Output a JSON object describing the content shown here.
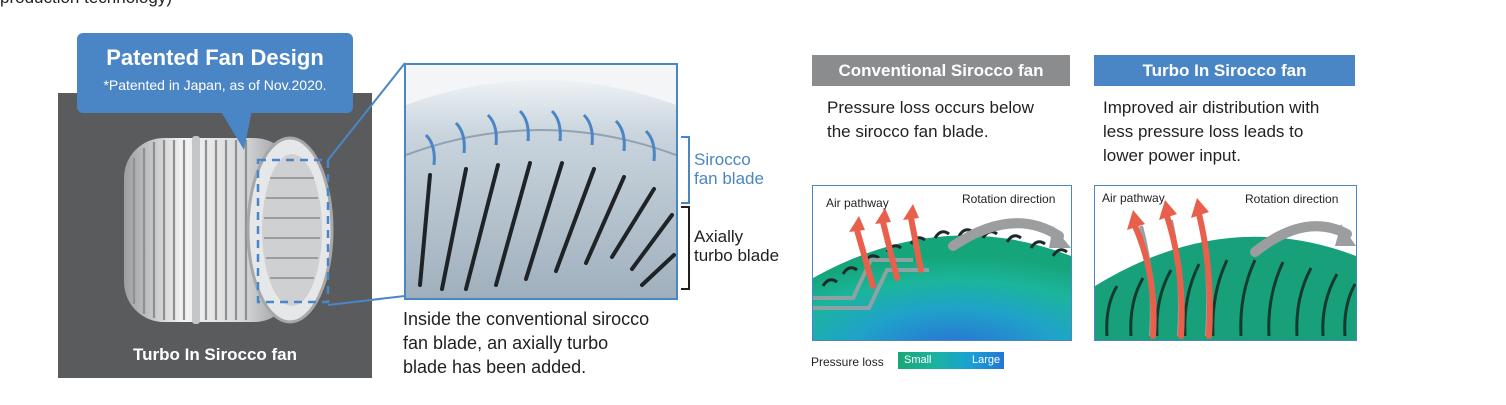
{
  "top_text": "production technology)",
  "badge": {
    "title": "Patented Fan Design",
    "note": "*Patented in Japan, as of Nov.2020."
  },
  "fan_caption": "Turbo In Sirocco fan",
  "zoom": {
    "sirocco_label": [
      "Sirocco",
      "fan blade"
    ],
    "axial_label": [
      "Axially",
      "turbo blade"
    ],
    "description": [
      "Inside the conventional sirocco",
      "fan blade, an axially turbo",
      "blade has been added."
    ]
  },
  "conventional": {
    "header": "Conventional Sirocco fan",
    "description": [
      "Pressure loss occurs below",
      "the sirocco fan blade."
    ],
    "air_pathway": "Air pathway",
    "rotation": "Rotation direction"
  },
  "turbo": {
    "header": "Turbo In Sirocco fan",
    "description": [
      "Improved air distribution with",
      "less pressure loss leads to",
      "lower power input."
    ],
    "air_pathway": "Air pathway",
    "rotation": "Rotation direction"
  },
  "legend": {
    "label": "Pressure loss",
    "small": "Small",
    "large": "Large"
  },
  "colors": {
    "accent_blue": "#4a86c5",
    "gray_header": "#8a8c8e",
    "panel_dark": "#5a5b5d",
    "arrow_red": "#e8604c"
  }
}
